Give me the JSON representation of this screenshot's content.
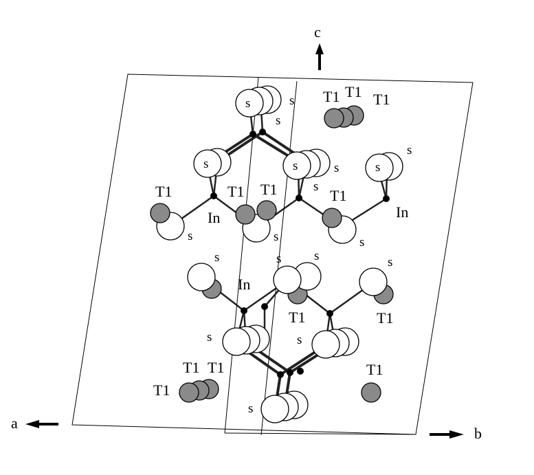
{
  "axes": {
    "a": "a",
    "b": "b",
    "c": "c"
  },
  "atom_labels": {
    "s": "s",
    "tl": "T1",
    "in": "In"
  },
  "colors": {
    "sulfur": "#ffffff",
    "thallium": "#8a8a8a",
    "indium": "#000000",
    "bond": "#222222",
    "cell": "#000000"
  }
}
